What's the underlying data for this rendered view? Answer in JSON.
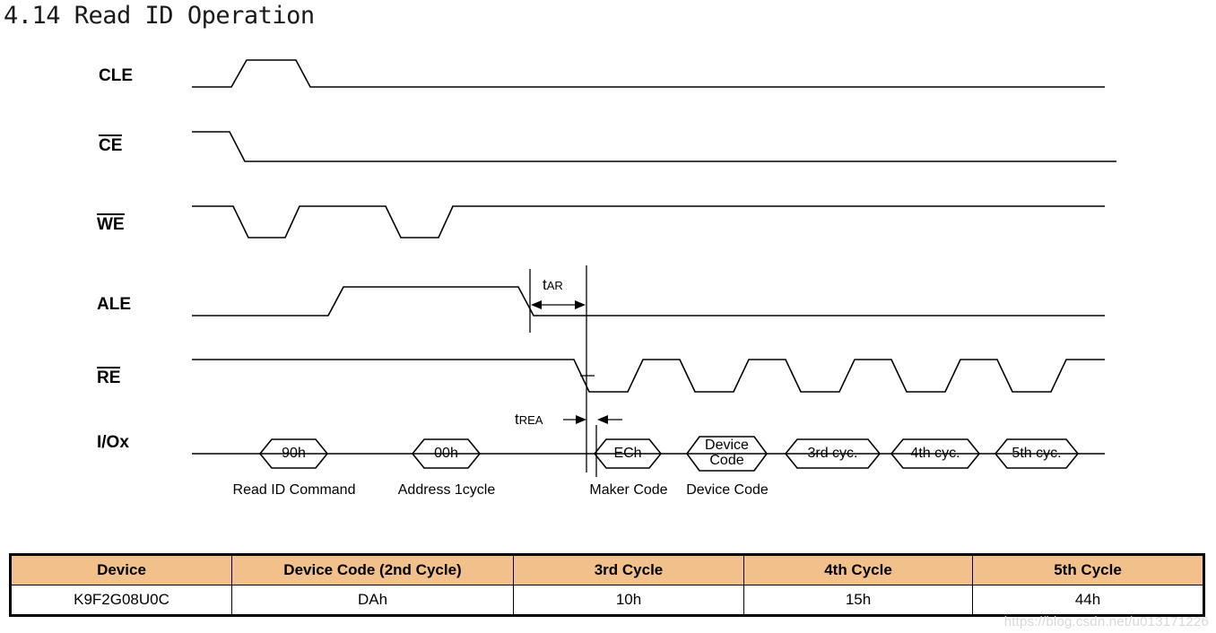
{
  "page": {
    "title": "4.14 Read ID Operation",
    "watermark": "https://blog.csdn.net/u013171226"
  },
  "colors": {
    "table_header_bg": "#F2C18B",
    "line": "#000000",
    "text": "#000000",
    "watermark": "#D8D8D8"
  },
  "diagram": {
    "type": "timing-diagram",
    "signals": [
      {
        "name": "CLE",
        "label": "CLE",
        "overline": false,
        "active_low": false
      },
      {
        "name": "CE",
        "label": "CE",
        "overline": true,
        "active_low": true
      },
      {
        "name": "WE",
        "label": "WE",
        "overline": true,
        "active_low": true
      },
      {
        "name": "ALE",
        "label": "ALE",
        "overline": false,
        "active_low": false
      },
      {
        "name": "RE",
        "label": "RE",
        "overline": true,
        "active_low": true
      },
      {
        "name": "IOx",
        "label": "I/Ox",
        "overline": false,
        "active_low": false
      }
    ],
    "timing_params": [
      {
        "name": "tAR",
        "base": "t",
        "sub": "AR",
        "arrows": "outward"
      },
      {
        "name": "tREA",
        "base": "t",
        "sub": "REA",
        "arrows": "inward"
      }
    ],
    "bus_cycles": [
      {
        "value": "90h",
        "caption": "Read ID Command"
      },
      {
        "value": "00h",
        "caption": "Address 1cycle"
      },
      {
        "value": "ECh",
        "caption": "Maker Code"
      },
      {
        "value": "Device\nCode",
        "caption": "Device Code"
      },
      {
        "value": "3rd cyc.",
        "caption": ""
      },
      {
        "value": "4th cyc.",
        "caption": ""
      },
      {
        "value": "5th cyc.",
        "caption": ""
      }
    ]
  },
  "table": {
    "headers": [
      "Device",
      "Device Code (2nd Cycle)",
      "3rd Cycle",
      "4th Cycle",
      "5th Cycle"
    ],
    "rows": [
      [
        "K9F2G08U0C",
        "DAh",
        "10h",
        "15h",
        "44h"
      ]
    ]
  }
}
